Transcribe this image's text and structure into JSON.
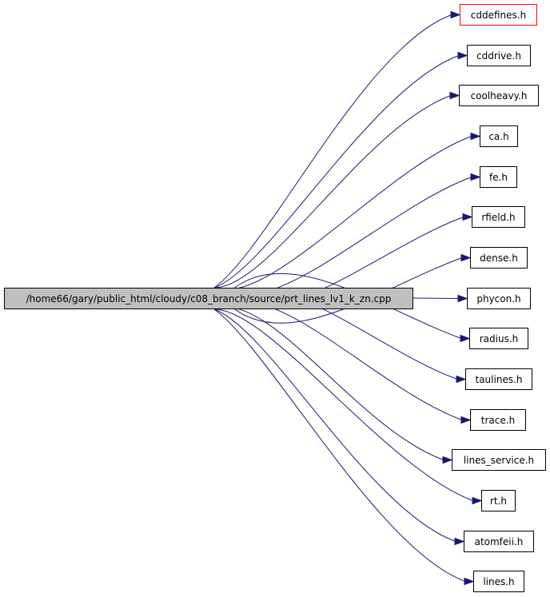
{
  "graph": {
    "source": {
      "label": "/home66/gary/public_html/cloudy/c08_branch/source/prt_lines_lv1_k_zn.cpp"
    },
    "targets": [
      {
        "label": "cddefines.h",
        "documented": false
      },
      {
        "label": "cddrive.h",
        "documented": true
      },
      {
        "label": "coolheavy.h",
        "documented": true
      },
      {
        "label": "ca.h",
        "documented": true
      },
      {
        "label": "fe.h",
        "documented": true
      },
      {
        "label": "rfield.h",
        "documented": true
      },
      {
        "label": "dense.h",
        "documented": true
      },
      {
        "label": "phycon.h",
        "documented": true
      },
      {
        "label": "radius.h",
        "documented": true
      },
      {
        "label": "taulines.h",
        "documented": true
      },
      {
        "label": "trace.h",
        "documented": true
      },
      {
        "label": "lines_service.h",
        "documented": true
      },
      {
        "label": "rt.h",
        "documented": true
      },
      {
        "label": "atomfeii.h",
        "documented": true
      },
      {
        "label": "lines.h",
        "documented": true
      }
    ],
    "colors": {
      "edge": "#191970",
      "source_fill": "#bfbfbf",
      "undocumented_border": "#ff0000",
      "border": "#000000"
    }
  }
}
